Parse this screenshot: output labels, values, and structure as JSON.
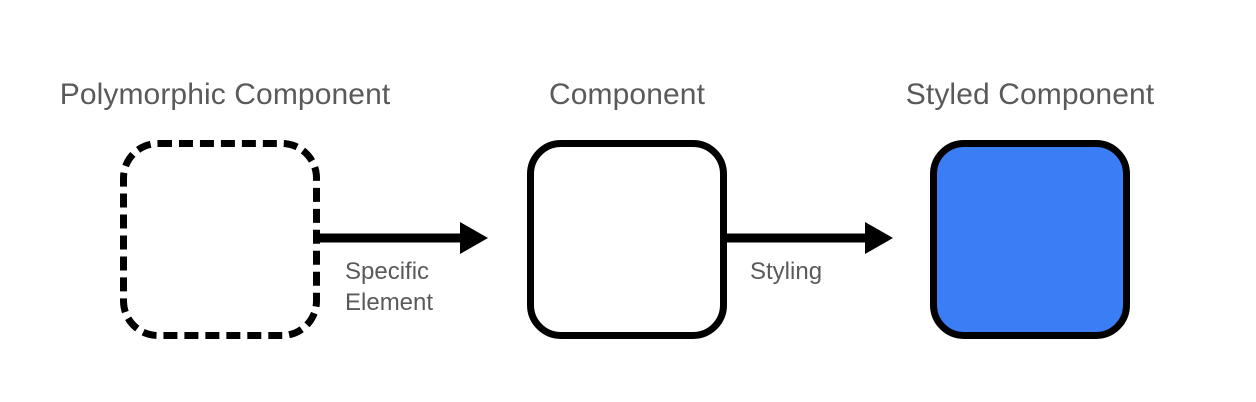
{
  "diagram": {
    "title_color": "#5a5a5a",
    "stroke_color": "#000000",
    "accent_color": "#3b7df5",
    "background_color": "#ffffff",
    "nodes": [
      {
        "id": "polymorphic-component",
        "title": "Polymorphic Component",
        "border_style": "dashed",
        "fill": "#ffffff"
      },
      {
        "id": "component",
        "title": "Component",
        "border_style": "solid",
        "fill": "#ffffff"
      },
      {
        "id": "styled-component",
        "title": "Styled Component",
        "border_style": "solid",
        "fill": "#3b7df5"
      }
    ],
    "edges": [
      {
        "id": "specific-element",
        "label": "Specific\nElement",
        "from": "polymorphic-component",
        "to": "component",
        "direction": "right"
      },
      {
        "id": "styling",
        "label": "Styling",
        "from": "component",
        "to": "styled-component",
        "direction": "right"
      }
    ]
  }
}
